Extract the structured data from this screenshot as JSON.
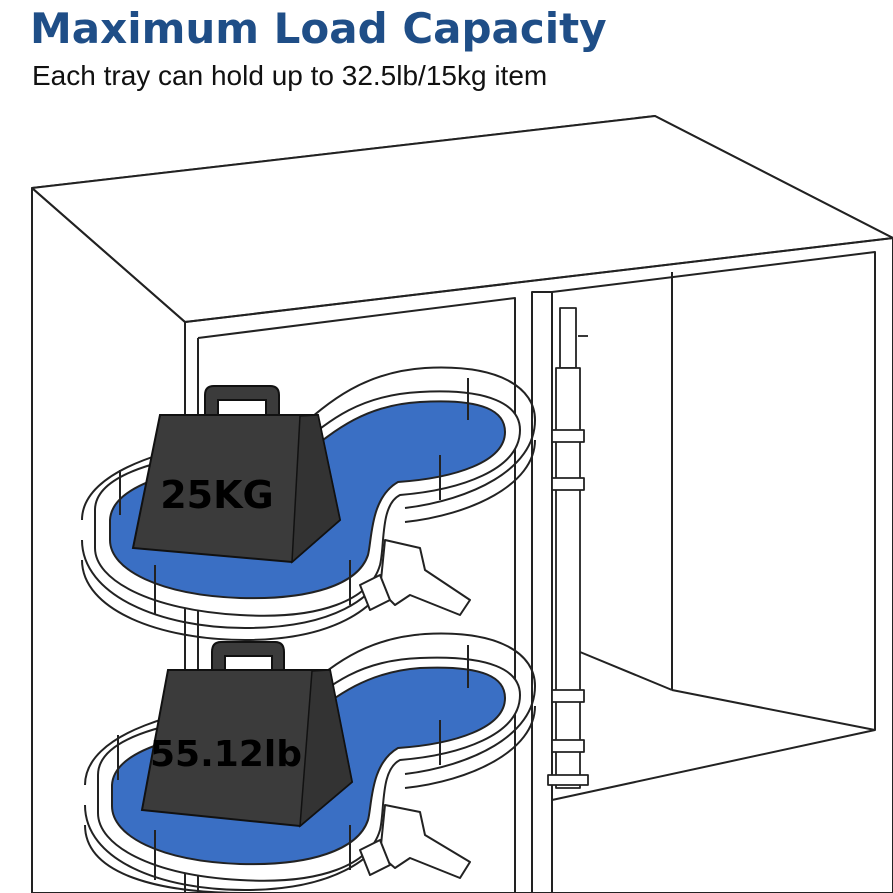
{
  "header": {
    "title": "Maximum Load Capacity",
    "subtitle": "Each tray can hold up to 32.5lb/15kg item"
  },
  "weights": {
    "upper_label": "25KG",
    "lower_label": "55.12lb"
  },
  "colors": {
    "title": "#1f4e87",
    "tray_surface": "#3a6fc4",
    "weight_body": "#3b3b3b",
    "outline": "#222222"
  }
}
